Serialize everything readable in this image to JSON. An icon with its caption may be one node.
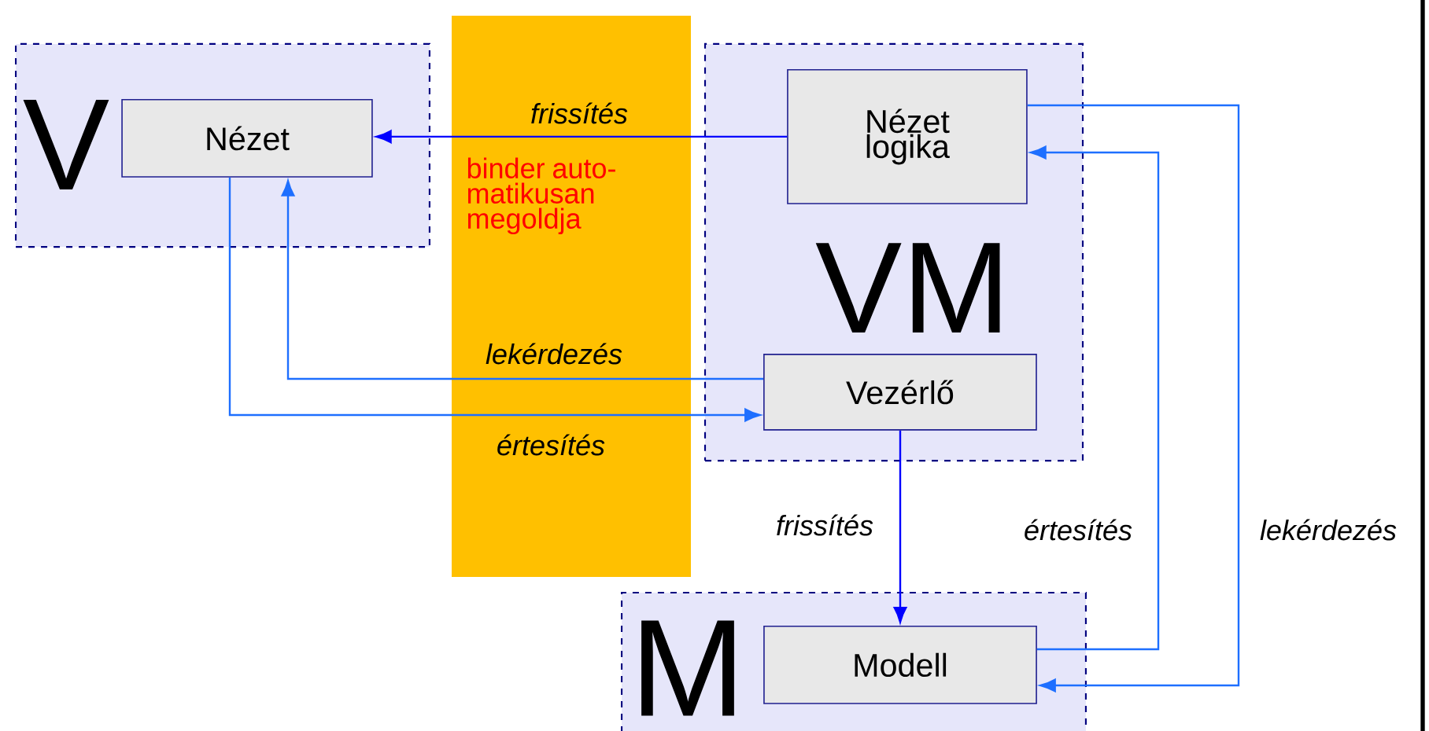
{
  "diagram": {
    "nodes": [
      {
        "text": [
          "V"
        ]
      },
      {
        "text": [
          "Nézet"
        ],
        "in": 0
      },
      {
        "text": [
          "VM"
        ]
      },
      {
        "text": [
          "Nézet logika"
        ],
        "in": 2
      },
      {
        "text": [
          "Vezérlő"
        ],
        "in": 2
      },
      {
        "text": [
          "M"
        ]
      },
      {
        "text": [
          "Modell"
        ],
        "in": 5
      }
    ],
    "edges": [
      {
        "from": 3,
        "to": 1,
        "arrow": "to",
        "label": "frissítés",
        "color": "#0000ff"
      },
      {
        "from": 4,
        "to": 1,
        "arrow": "to",
        "label": "lekérdezés"
      },
      {
        "from": 1,
        "to": 4,
        "arrow": "to",
        "label": "értesítés"
      },
      {
        "from": 4,
        "to": 6,
        "arrow": "to",
        "label": "frissítés",
        "color": "#0000ff"
      },
      {
        "from": 6,
        "to": 3,
        "arrow": "to",
        "label": "értesítés"
      },
      {
        "from": 3,
        "to": 6,
        "arrow": "to",
        "label": "lekérdezés"
      }
    ],
    "labels": [
      "binder auto-matikusan megoldja"
    ]
  }
}
